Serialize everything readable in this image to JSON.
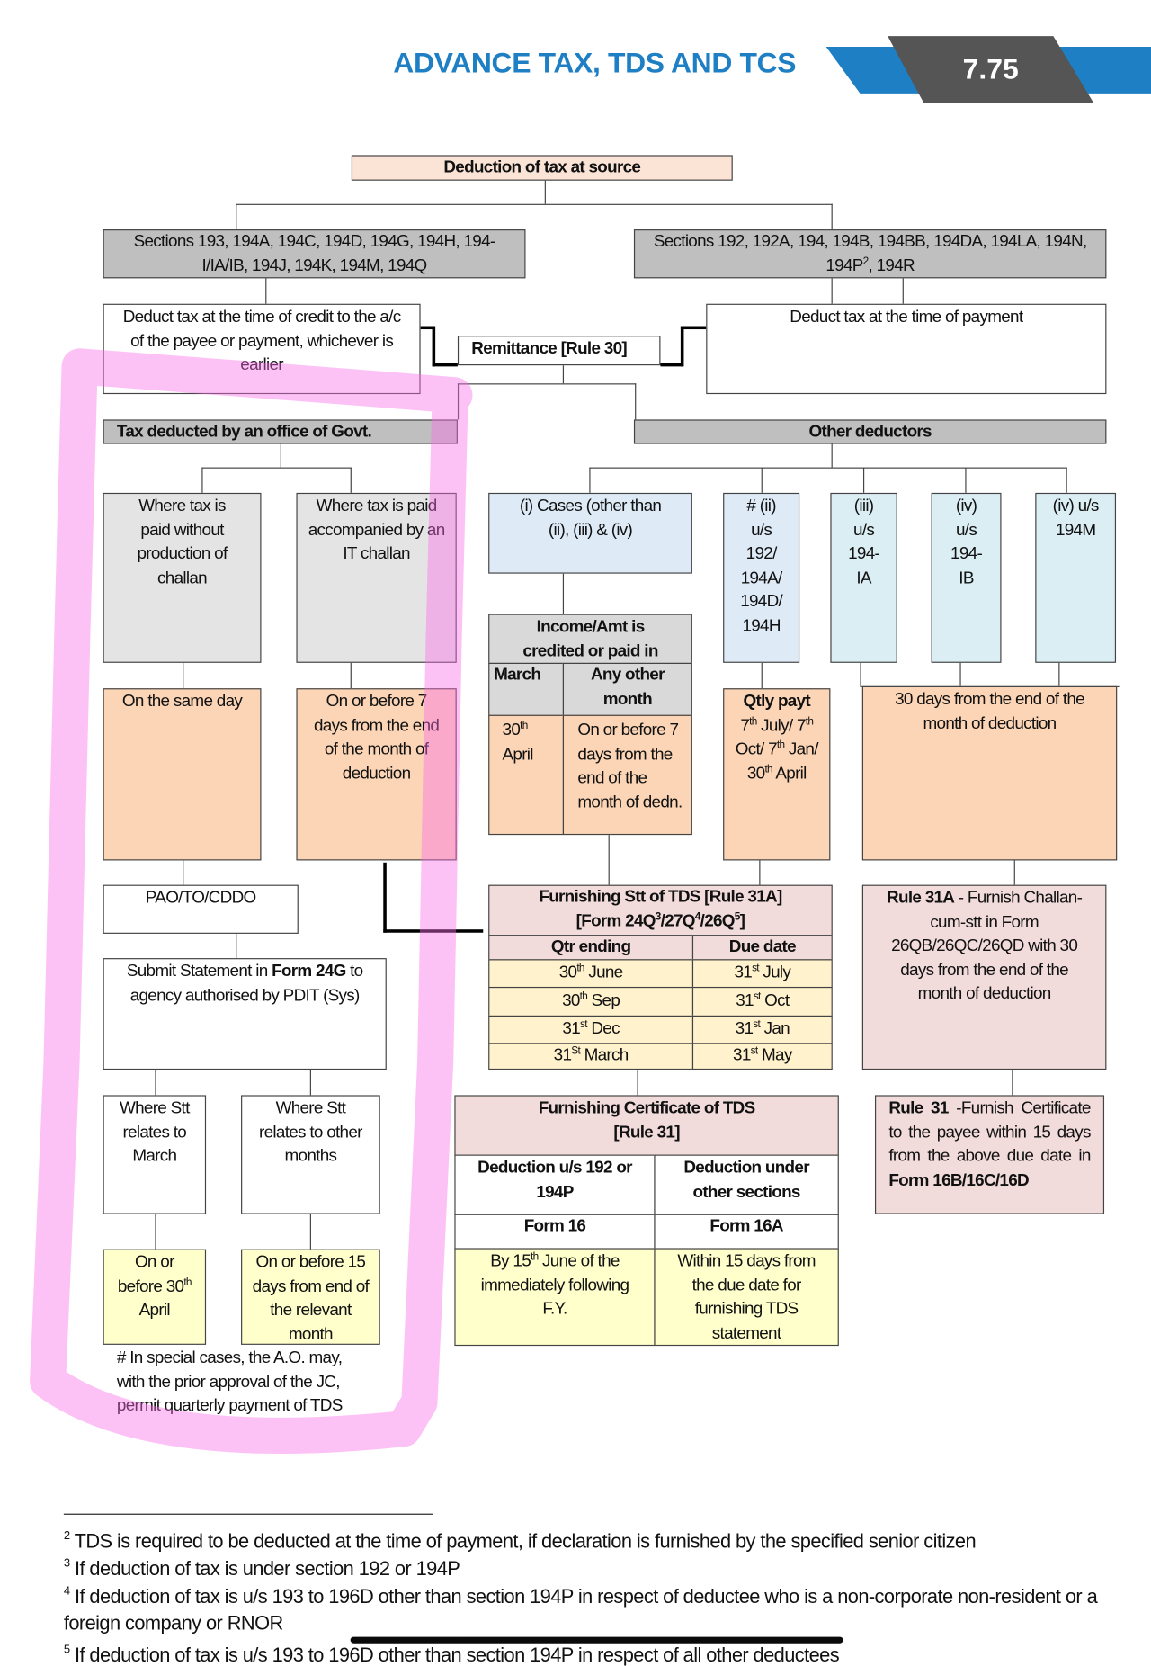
{
  "header": {
    "title": "ADVANCE TAX, TDS AND TCS",
    "page_number": "7.75",
    "accent": "#1e7fc4"
  },
  "root": "Deduction of tax at source",
  "sections_left": "Sections 193, 194A, 194C, 194D, 194G, 194H, 194-I/IA/IB, 194J, 194K, 194M, 194Q",
  "sections_right": {
    "a": "Sections 192, 192A, 194, 194B, 194BB, 194DA,  194LA, 194N, 194P",
    "sup": "2",
    "b": ", 194R"
  },
  "deduct_credit": "Deduct tax at the time of credit to the a/c of the payee or payment, whichever is earlier",
  "deduct_payment": "Deduct tax at the time of payment",
  "remittance": "Remittance [Rule 30]",
  "govt": "Tax deducted by an office of Govt.",
  "other": "Other deductors",
  "govt_cases": {
    "a": "Where tax is paid without production of challan",
    "b": "Where tax is paid accompanied by an IT challan",
    "a_due": "On the same day",
    "b_due": "On or before 7 days from the end of the month of deduction"
  },
  "other_cases": {
    "i": "(i) Cases (other than (ii), (iii) & (iv)",
    "ii": "# (ii) u/s 192/ 194A/ 194D/ 194H",
    "iii": "(iii) u/s 194-IA",
    "iv": "(iv) u/s 194-IB",
    "iv2": "(iv) u/s 194M"
  },
  "income": {
    "header": "Income/Amt is credited or paid in",
    "col1": "March",
    "col2": "Any other month",
    "val1": {
      "n": "30",
      "s": "th",
      "r": " April"
    },
    "val2": "On or before 7 days from the end of the month of dedn."
  },
  "qtly": {
    "title": "Qtly payt",
    "p": [
      "7",
      "th",
      " July/ ",
      "7",
      "th",
      " Oct/ 7",
      "th",
      " Jan/ 30",
      "th",
      " April"
    ]
  },
  "thirty_days": "30 days from the end of the month of deduction",
  "pao": "PAO/TO/CDDO",
  "submit": {
    "a": "Submit Statement in ",
    "b": "Form 24G",
    "c": " to agency authorised by PDIT (Sys)"
  },
  "stt": {
    "title": "Furnishing Stt of TDS [Rule 31A]",
    "form": [
      "[Form 24Q",
      "3",
      "/27Q",
      "4",
      "/26Q",
      "5",
      "]"
    ],
    "col1": "Qtr ending",
    "col2": "Due date",
    "rows": [
      {
        "q": [
          "30",
          "th",
          " June"
        ],
        "d": [
          "31",
          "st",
          " July"
        ]
      },
      {
        "q": [
          "30",
          "th",
          " Sep"
        ],
        "d": [
          "31",
          "st",
          " Oct"
        ]
      },
      {
        "q": [
          "31",
          "st",
          " Dec"
        ],
        "d": [
          "31",
          "st",
          " Jan"
        ]
      },
      {
        "q": [
          "31",
          "St",
          " March"
        ],
        "d": [
          "31",
          "st",
          " May"
        ]
      }
    ]
  },
  "rule31a": {
    "a": "Rule 31A",
    "b": " - Furnish Challan-cum-stt in Form 26QB/26QC/26QD with 30 days from the end of the month of deduction"
  },
  "cert": {
    "title": "Furnishing Certificate of TDS [Rule 31]",
    "col1": "Deduction u/s 192 or 194P",
    "col2": "Deduction under other sections",
    "form1": "Form 16",
    "form2": "Form 16A",
    "due1": {
      "a": "By 15",
      "s": "th",
      "b": " June of the immediately following F.Y."
    },
    "due2": "Within 15 days from the due date for furnishing TDS statement"
  },
  "rule31": {
    "a": "Rule 31",
    "b": " -Furnish Certificate to the payee within 15 days from the above due date in ",
    "c": "Form 16B/16C/16D"
  },
  "left_stt": {
    "march": "Where Stt relates to March",
    "other": "Where Stt relates to other months",
    "due1": {
      "a": "On or before 30",
      "s": "th",
      "b": " April"
    },
    "due2": "On or before 15 days from end of the relevant month"
  },
  "note": "# In special cases, the A.O. may, with the prior approval of the JC, permit quarterly payment of TDS",
  "footnotes": [
    {
      "n": "2",
      "t": "TDS is required to be deducted at the time of payment, if declaration is furnished by the specified senior citizen"
    },
    {
      "n": "3",
      "t": "If deduction of tax is under section 192 or 194P"
    },
    {
      "n": "4",
      "t": "If deduction of tax is u/s 193 to 196D other than section 194P in respect of deductee who is a non-corporate non-resident or a foreign company or RNOR"
    },
    {
      "n": "5",
      "t": "If deduction of tax is u/s 193 to 196D other than section 194P in respect of all other deductees"
    }
  ]
}
